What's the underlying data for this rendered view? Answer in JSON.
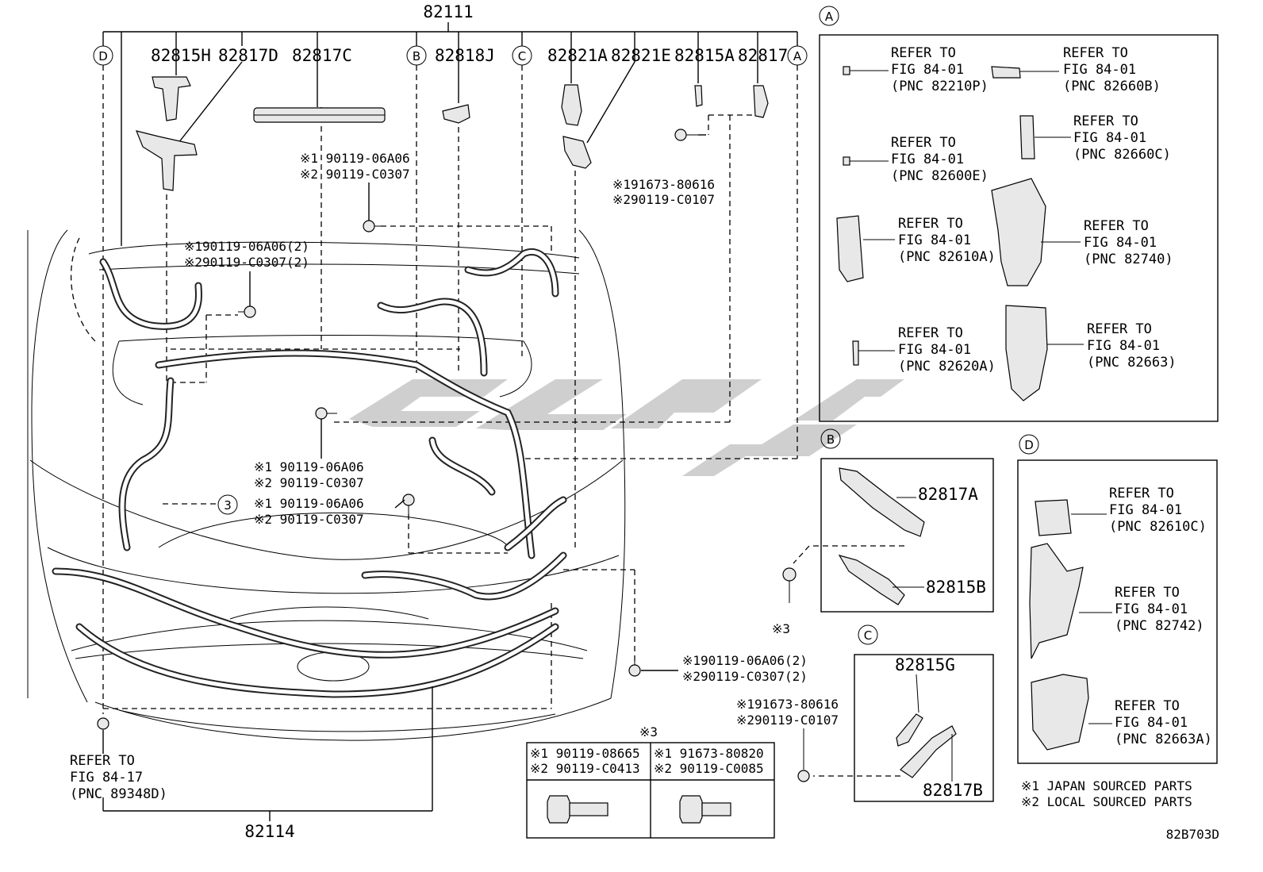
{
  "part_numbers": {
    "top": "82111",
    "bottom": "82114",
    "p82815H": "82815H",
    "p82817D": "82817D",
    "p82817C": "82817C",
    "p82818J": "82818J",
    "p82821A": "82821A",
    "p82821E": "82821E",
    "p82815A": "82815A",
    "p82817": "82817",
    "p82817A": "82817A",
    "p82815B": "82815B",
    "p82815G": "82815G",
    "p82817B": "82817B"
  },
  "callouts": {
    "A": "A",
    "B": "B",
    "C": "C",
    "D": "D",
    "three": "3"
  },
  "bolts": {
    "b1_l1": "※1 90119-06A06",
    "b1_l2": "※2 90119-C0307",
    "b2_l1": "※191673-80616",
    "b2_l2": "※290119-C0107",
    "b3_l1": "※190119-06A06(2)",
    "b3_l2": "※290119-C0307(2)",
    "b4_l1": "※1 90119-06A06",
    "b4_l2": "※2 90119-C0307",
    "b5_l1": "※1 90119-06A06",
    "b5_l2": "※2 90119-C0307",
    "b6_l1": "※190119-06A06(2)",
    "b6_l2": "※290119-C0307(2)",
    "b7_l1": "※191673-80616",
    "b7_l2": "※290119-C0107",
    "star3": "※3"
  },
  "refers": {
    "refer_to": "REFER TO",
    "fig_84_01": "FIG 84-01",
    "fig_84_17": "FIG 84-17",
    "pnc_82210P": "(PNC 82210P)",
    "pnc_82660B": "(PNC 82660B)",
    "pnc_82600E": "(PNC 82600E)",
    "pnc_82660C": "(PNC 82660C)",
    "pnc_82610A": "(PNC 82610A)",
    "pnc_82740": "(PNC 82740)",
    "pnc_82620A": "(PNC 82620A)",
    "pnc_82663": "(PNC 82663)",
    "pnc_82610C": "(PNC 82610C)",
    "pnc_82742": "(PNC 82742)",
    "pnc_82663A": "(PNC 82663A)",
    "pnc_89348D": "(PNC 89348D)"
  },
  "star3_table": {
    "header": "※3",
    "left_l1": "※1 90119-08665",
    "left_l2": "※2 90119-C0413",
    "right_l1": "※1 91673-80820",
    "right_l2": "※2 90119-C0085"
  },
  "legend": {
    "japan": "※1 JAPAN SOURCED PARTS",
    "local": "※2 LOCAL SOURCED PARTS"
  },
  "diagram_code": "82B703D",
  "colors": {
    "line": "#000000",
    "watermark": "#a7a7a7",
    "background": "#ffffff"
  }
}
